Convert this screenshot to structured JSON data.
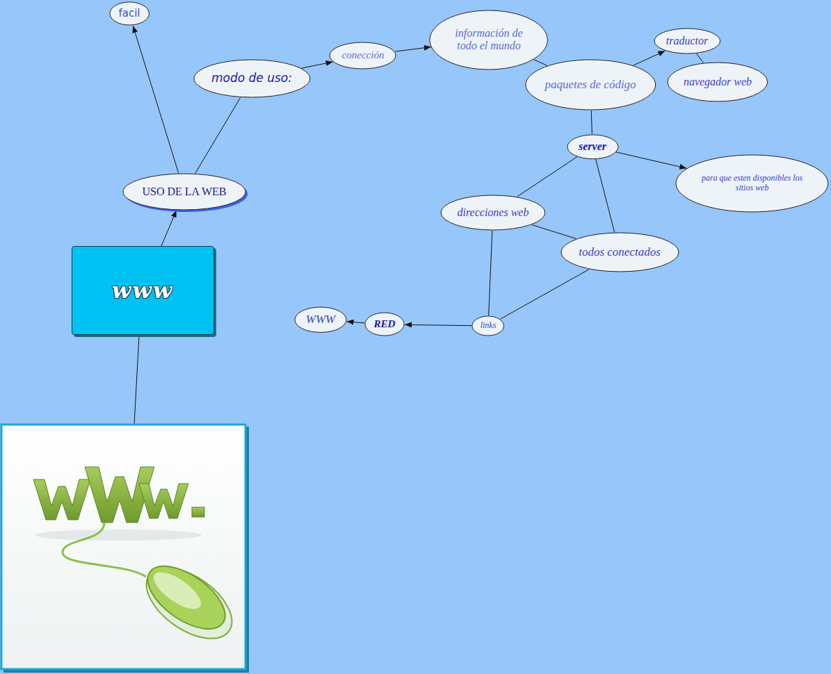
{
  "diagram": {
    "nodes": [
      {
        "text": [
          "facil"
        ]
      },
      {
        "text": [
          "modo de uso:"
        ]
      },
      {
        "text": [
          "conección"
        ]
      },
      {
        "text": [
          "información de todo el mundo"
        ]
      },
      {
        "text": [
          "traductor"
        ]
      },
      {
        "text": [
          "navegador web"
        ]
      },
      {
        "text": [
          "paquetes de código"
        ]
      },
      {
        "text": [
          "server"
        ]
      },
      {
        "text": [
          "USO DE LA WEB"
        ]
      },
      {
        "text": [
          "para que esten disponibles los sitios web"
        ]
      },
      {
        "text": [
          "direcciones web"
        ]
      },
      {
        "text": [
          "todos conectados"
        ]
      },
      {
        "text": [
          "WWW"
        ]
      },
      {
        "text": [
          "RED"
        ]
      },
      {
        "text": [
          "links"
        ]
      },
      {
        "text": [
          "www"
        ]
      }
    ],
    "edges": [
      {
        "from": 15,
        "to": 8,
        "arrow": "to"
      },
      {
        "from": 8,
        "to": 0,
        "arrow": "to"
      },
      {
        "from": 8,
        "to": 1,
        "arrow": "none"
      },
      {
        "from": 1,
        "to": 2,
        "arrow": "to"
      },
      {
        "from": 2,
        "to": 3,
        "arrow": "to"
      },
      {
        "from": 3,
        "to": 6,
        "arrow": "none"
      },
      {
        "from": 6,
        "to": 4,
        "arrow": "to"
      },
      {
        "from": 4,
        "to": 5,
        "arrow": "none"
      },
      {
        "from": 6,
        "to": 7,
        "arrow": "none"
      },
      {
        "from": 7,
        "to": 9,
        "arrow": "to"
      },
      {
        "from": 7,
        "to": 10,
        "arrow": "none"
      },
      {
        "from": 7,
        "to": 11,
        "arrow": "none"
      },
      {
        "from": 10,
        "to": 11,
        "arrow": "none"
      },
      {
        "from": 10,
        "to": 14,
        "arrow": "none"
      },
      {
        "from": 11,
        "to": 14,
        "arrow": "none"
      },
      {
        "from": 14,
        "to": 13,
        "arrow": "to"
      },
      {
        "from": 13,
        "to": 12,
        "arrow": "to"
      }
    ]
  }
}
